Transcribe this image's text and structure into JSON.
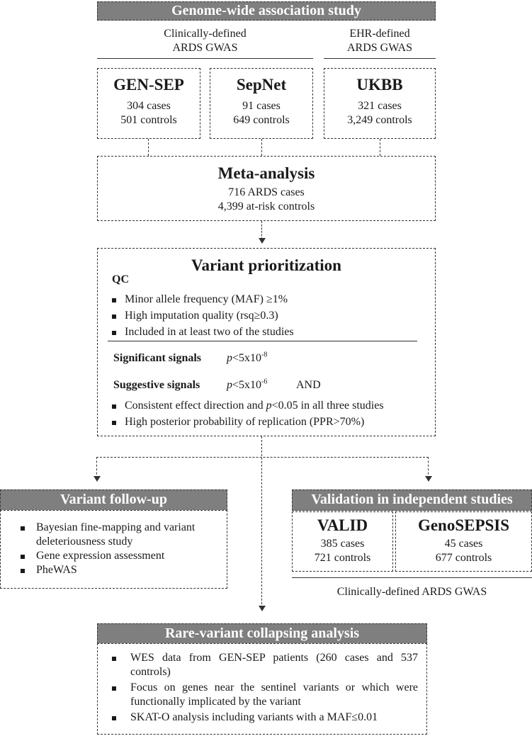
{
  "header": {
    "title": "Genome-wide association study",
    "clinical_label_1": "Clinically-defined",
    "clinical_label_2": "ARDS GWAS",
    "ehr_label_1": "EHR-defined",
    "ehr_label_2": "ARDS GWAS"
  },
  "studies": [
    {
      "name": "GEN-SEP",
      "cases": "304 cases",
      "controls": "501 controls"
    },
    {
      "name": "SepNet",
      "cases": "91 cases",
      "controls": "649 controls"
    },
    {
      "name": "UKBB",
      "cases": "321 cases",
      "controls": "3,249 controls"
    }
  ],
  "meta": {
    "title": "Meta-analysis",
    "line1": "716 ARDS cases",
    "line2": "4,399 at-risk controls"
  },
  "prioritization": {
    "title": "Variant prioritization",
    "qc_label": "QC",
    "qc_items": [
      "Minor allele frequency (MAF) ≥1%",
      "High imputation quality (rsq≥0.3)",
      "Included in at least two of the studies"
    ],
    "significant_label": "Significant signals",
    "significant_p": "p",
    "significant_threshold": "<5x10",
    "significant_exp": "-8",
    "suggestive_label": "Suggestive signals",
    "suggestive_p": "p",
    "suggestive_threshold": "<5x10",
    "suggestive_exp": "-6",
    "suggestive_and": "AND",
    "suggestive_items": [
      {
        "before": "Consistent effect direction and ",
        "italic": "p",
        "after": "<0.05 in all three studies"
      },
      {
        "before": "High posterior probability of replication (PPR>70%)",
        "italic": "",
        "after": ""
      }
    ]
  },
  "followup": {
    "title": "Variant follow-up",
    "items": [
      "Bayesian fine-mapping and variant deleteriousness study",
      "Gene expression assessment",
      "PheWAS"
    ]
  },
  "validation": {
    "title": "Validation in independent studies",
    "studies": [
      {
        "name": "VALID",
        "cases": "385 cases",
        "controls": "721 controls"
      },
      {
        "name": "GenoSEPSIS",
        "cases": "45 cases",
        "controls": "677 controls"
      }
    ],
    "footer": "Clinically-defined ARDS GWAS"
  },
  "rare": {
    "title": "Rare-variant collapsing analysis",
    "items": [
      "WES data from GEN-SEP patients (260 cases and 537 controls)",
      "Focus on genes near the sentinel variants or which were functionally implicated by the variant",
      "SKAT-O analysis including variants with a MAF≤0.01"
    ]
  }
}
